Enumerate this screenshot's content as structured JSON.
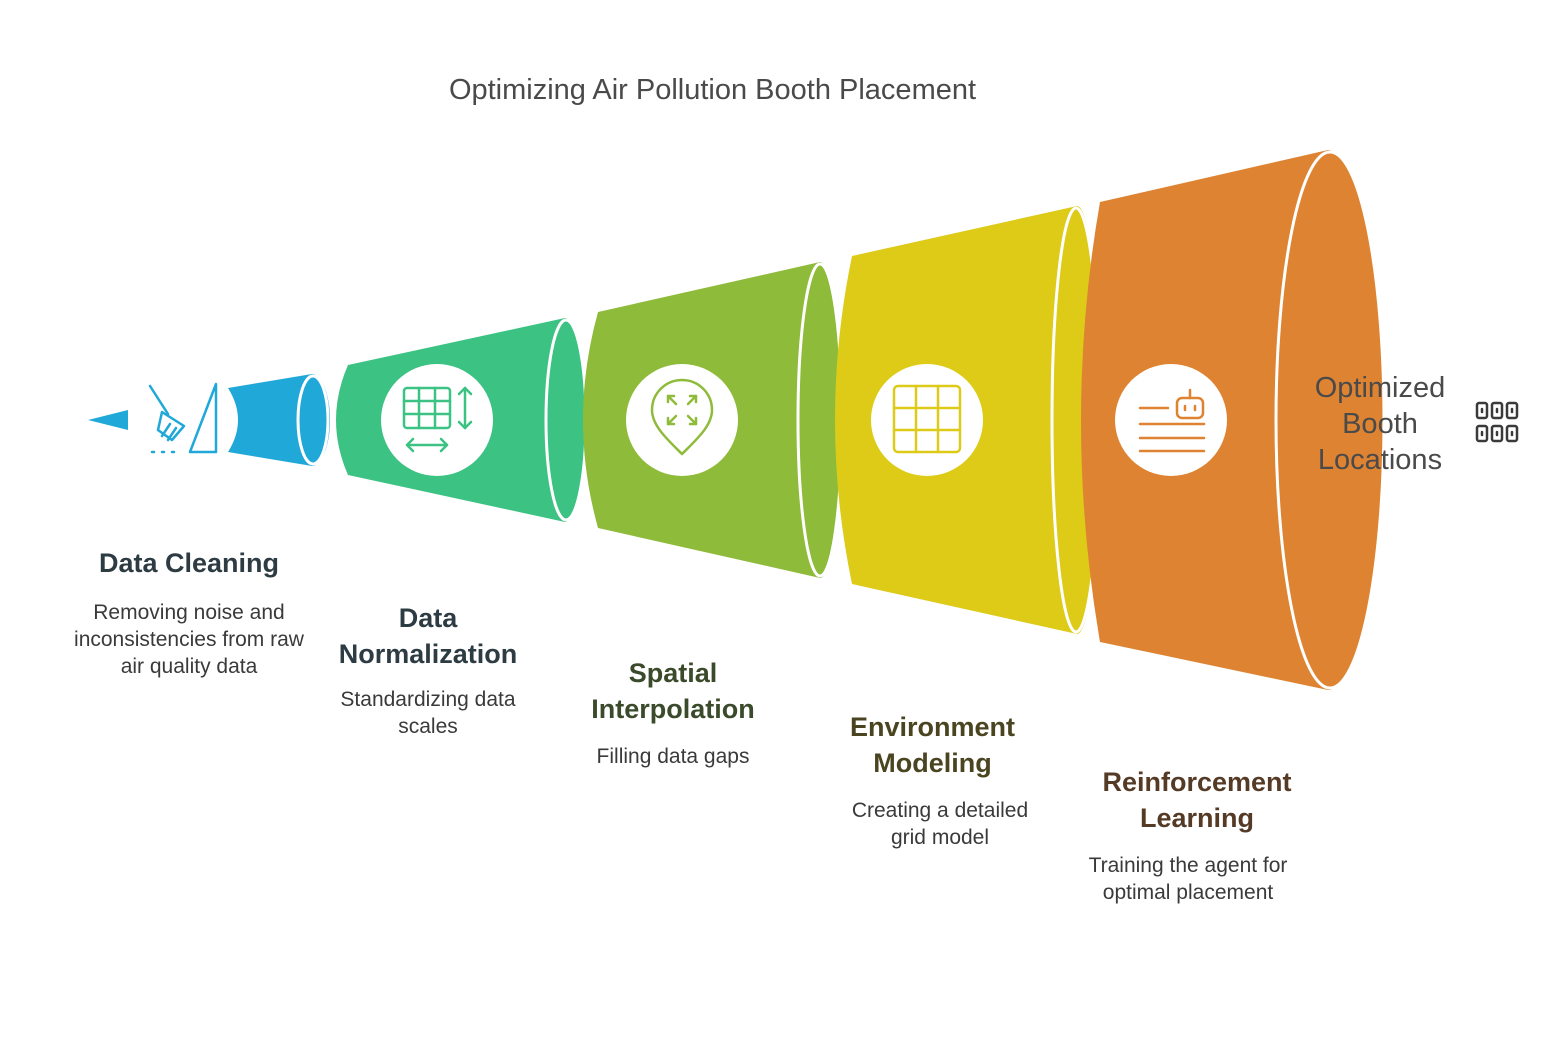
{
  "title": "Optimizing Air Pollution Booth Placement",
  "colors": {
    "cleaning": "#1FA8D8",
    "normalization": "#3CC282",
    "interpolation": "#8FBB3A",
    "modeling": "#DDCB18",
    "reinforcement": "#DE8331",
    "text_dark": "#2D3B43"
  },
  "stages": [
    {
      "heading": "Data Cleaning",
      "description": "Removing noise and inconsistencies from raw air quality data",
      "icon": "broom-icon"
    },
    {
      "heading": "Data Normalization",
      "description": "Standardizing data scales",
      "icon": "table-resize-icon"
    },
    {
      "heading": "Spatial Interpolation",
      "description": "Filling data gaps",
      "icon": "map-pin-expand-icon"
    },
    {
      "heading": "Environment Modeling",
      "description": "Creating a detailed grid model",
      "icon": "grid-icon"
    },
    {
      "heading": "Reinforcement Learning",
      "description": "Training the agent for optimal placement",
      "icon": "robot-agent-icon"
    }
  ],
  "outcome": {
    "label": "Optimized Booth Locations",
    "icon": "booth-grid-icon"
  }
}
